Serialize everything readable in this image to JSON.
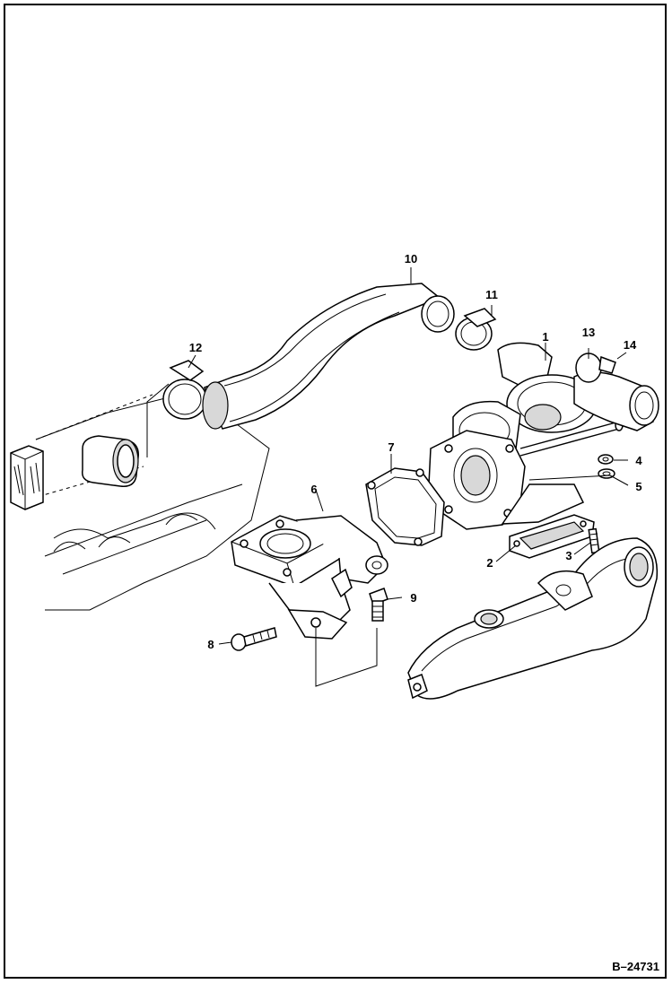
{
  "figure": {
    "code": "B–24731"
  },
  "callouts": [
    "1",
    "2",
    "3",
    "4",
    "5",
    "6",
    "7",
    "8",
    "9",
    "10",
    "11",
    "12",
    "13",
    "14"
  ]
}
